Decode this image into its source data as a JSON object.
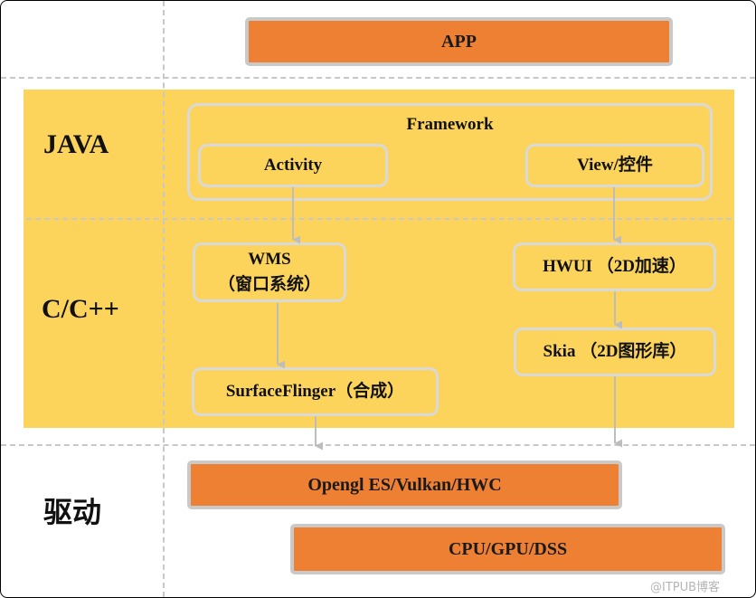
{
  "layers": {
    "java": "JAVA",
    "cpp": "C/C++",
    "driver": "驱动"
  },
  "nodes": {
    "app": "APP",
    "framework": "Framework",
    "activity": "Activity",
    "view": "View/控件",
    "wms_line1": "WMS",
    "wms_line2": "（窗口系统）",
    "hwui": "HWUI （2D加速）",
    "skia": "Skia （2D图形库）",
    "surfaceflinger": "SurfaceFlinger（合成）",
    "opengl": "Opengl ES/Vulkan/HWC",
    "cpu": "CPU/GPU/DSS"
  },
  "watermark": "@ITPUB博客",
  "colors": {
    "orange": "#ed8033",
    "yellow": "#fcd45c",
    "box_border": "#d9d9d9",
    "dash": "#c8c8c8"
  }
}
